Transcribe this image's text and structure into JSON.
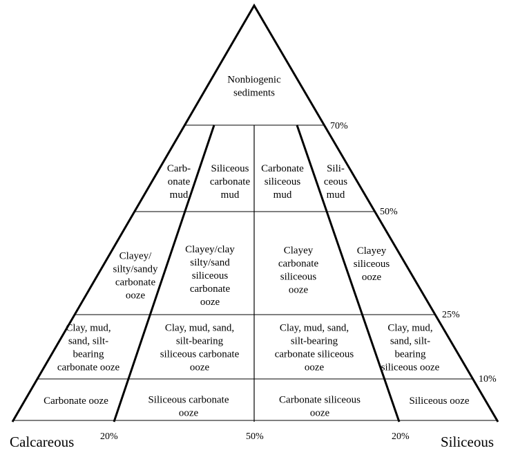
{
  "diagram": {
    "corners": {
      "left": "Calcareous",
      "right": "Siliceous"
    },
    "level_labels": [
      "70%",
      "50%",
      "25%",
      "10%"
    ],
    "base_labels": [
      "20%",
      "50%",
      "20%"
    ],
    "regions": [
      {
        "id": "nonbiogenic-sediments",
        "lines": [
          "Nonbiogenic",
          "sediments"
        ]
      },
      {
        "id": "carbonate-mud",
        "lines": [
          "Carb-",
          "onate",
          "mud"
        ]
      },
      {
        "id": "siliceous-carbonate-mud",
        "lines": [
          "Siliceous",
          "carbonate",
          "mud"
        ]
      },
      {
        "id": "carbonate-siliceous-mud",
        "lines": [
          "Carbonate",
          "siliceous",
          "mud"
        ]
      },
      {
        "id": "siliceous-mud",
        "lines": [
          "Sili-",
          "ceous",
          "mud"
        ]
      },
      {
        "id": "clayey-carbonate-ooze",
        "lines": [
          "Clayey/",
          "silty/sandy",
          "carbonate",
          "ooze"
        ]
      },
      {
        "id": "clayey-siliceous-carbonate-ooze",
        "lines": [
          "Clayey/clay",
          "silty/sand",
          "siliceous",
          "carbonate",
          "ooze"
        ]
      },
      {
        "id": "clayey-carbonate-siliceous-ooze",
        "lines": [
          "Clayey",
          "carbonate",
          "siliceous",
          "ooze"
        ]
      },
      {
        "id": "clayey-siliceous-ooze",
        "lines": [
          "Clayey",
          "siliceous",
          "ooze"
        ]
      },
      {
        "id": "silt-bearing-carbonate-ooze",
        "lines": [
          "Clay, mud,",
          "sand, silt-",
          "bearing",
          "carbonate  ooze"
        ]
      },
      {
        "id": "silt-bearing-siliceous-carbonate-ooze",
        "lines": [
          "Clay, mud, sand,",
          "silt-bearing",
          "siliceous carbonate",
          "ooze"
        ]
      },
      {
        "id": "silt-bearing-carbonate-siliceous-ooze",
        "lines": [
          "Clay, mud, sand,",
          "silt-bearing",
          "carbonate siliceous",
          "ooze"
        ]
      },
      {
        "id": "silt-bearing-siliceous-ooze",
        "lines": [
          "Clay, mud,",
          "sand, silt-",
          "bearing",
          "siliceous ooze"
        ]
      },
      {
        "id": "carbonate-ooze",
        "lines": [
          "Carbonate ooze"
        ]
      },
      {
        "id": "siliceous-carbonate-ooze",
        "lines": [
          "Siliceous carbonate",
          "ooze"
        ]
      },
      {
        "id": "carbonate-siliceous-ooze",
        "lines": [
          "Carbonate siliceous",
          "ooze"
        ]
      },
      {
        "id": "siliceous-ooze",
        "lines": [
          "Siliceous ooze"
        ]
      }
    ]
  }
}
